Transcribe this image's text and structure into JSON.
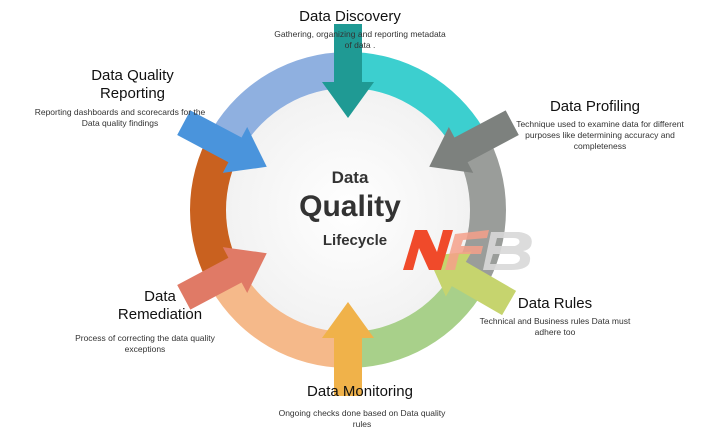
{
  "center": {
    "line1": "Data",
    "line2": "Quality",
    "line3": "Lifecycle"
  },
  "watermark": {
    "text": "NFB"
  },
  "stages": [
    {
      "id": "discovery",
      "title": "Data Discovery",
      "description": "Gathering, organizing and reporting metadata of data .",
      "color": "#36c3c5"
    },
    {
      "id": "profiling",
      "title": "Data Profiling",
      "description": "Technique used to examine data for different purposes like determining accuracy and completeness",
      "color": "#8a8f8c"
    },
    {
      "id": "rules",
      "title": "Data Rules",
      "description": "Technical and Business rules Data must adhere too",
      "color": "#b8cf6e"
    },
    {
      "id": "monitoring",
      "title": "Data Monitoring",
      "description": "Ongoing checks done based on Data quality rules",
      "color": "#f0b24a"
    },
    {
      "id": "remediation",
      "title": "Data Remediation",
      "description": "Process of correcting the data quality exceptions",
      "color": "#dd6a56"
    },
    {
      "id": "reporting",
      "title": "Data Quality Reporting",
      "description": "Reporting dashboards and scorecards for the Data quality findings",
      "color": "#6fa3df"
    }
  ]
}
